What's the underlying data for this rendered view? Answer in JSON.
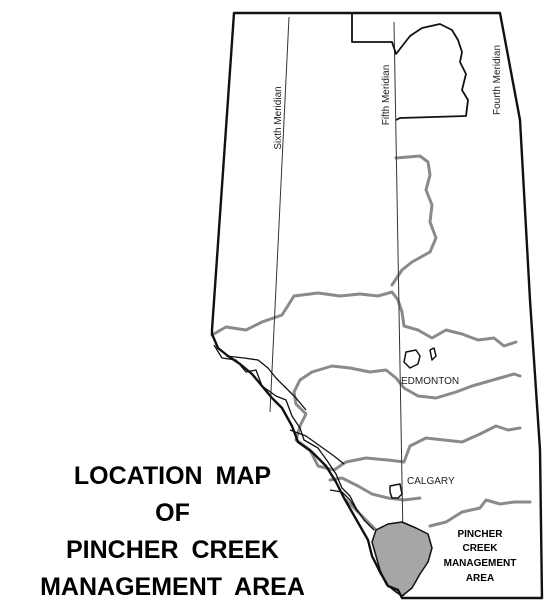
{
  "map": {
    "meridians": {
      "sixth": "Sixth Meridian",
      "fifth": "Fifth Meridian",
      "fourth": "Fourth Meridian"
    },
    "cities": {
      "edmonton": "EDMONTON",
      "calgary": "CALGARY"
    },
    "area_label": [
      "PINCHER",
      "CREEK",
      "MANAGEMENT",
      "AREA"
    ],
    "colors": {
      "outline": "#111111",
      "region_boundary": "#8a8a8a",
      "meridian_line": "#333333",
      "area_fill": "#a6a6a6"
    }
  },
  "title": {
    "lines": [
      "LOCATION  MAP",
      "OF",
      "PINCHER  CREEK",
      "MANAGEMENT  AREA"
    ]
  }
}
